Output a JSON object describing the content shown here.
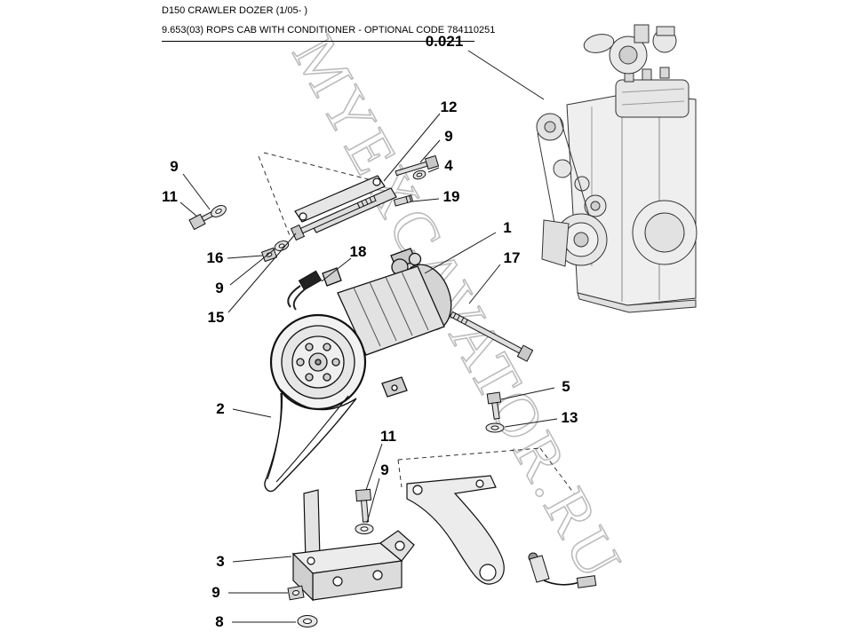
{
  "header": {
    "model_line": "D150 CRAWLER DOZER (1/05- )",
    "section_line": "9.653(03) ROPS CAB WITH CONDITIONER - OPTIONAL CODE 784110251"
  },
  "reference": {
    "label": "0.021"
  },
  "watermark": {
    "text": "MYEXCAVATOR.RU",
    "color": "#b5b5b5"
  },
  "colors": {
    "line": "#1a1a1a",
    "fill_light": "#ececec"
  },
  "callouts": [
    {
      "label": "12"
    },
    {
      "label": "9"
    },
    {
      "label": "4"
    },
    {
      "label": "19"
    },
    {
      "label": "9"
    },
    {
      "label": "11"
    },
    {
      "label": "16"
    },
    {
      "label": "9"
    },
    {
      "label": "15"
    },
    {
      "label": "18"
    },
    {
      "label": "1"
    },
    {
      "label": "17"
    },
    {
      "label": "2"
    },
    {
      "label": "5"
    },
    {
      "label": "13"
    },
    {
      "label": "11"
    },
    {
      "label": "9"
    },
    {
      "label": "3"
    },
    {
      "label": "9"
    },
    {
      "label": "8"
    }
  ]
}
